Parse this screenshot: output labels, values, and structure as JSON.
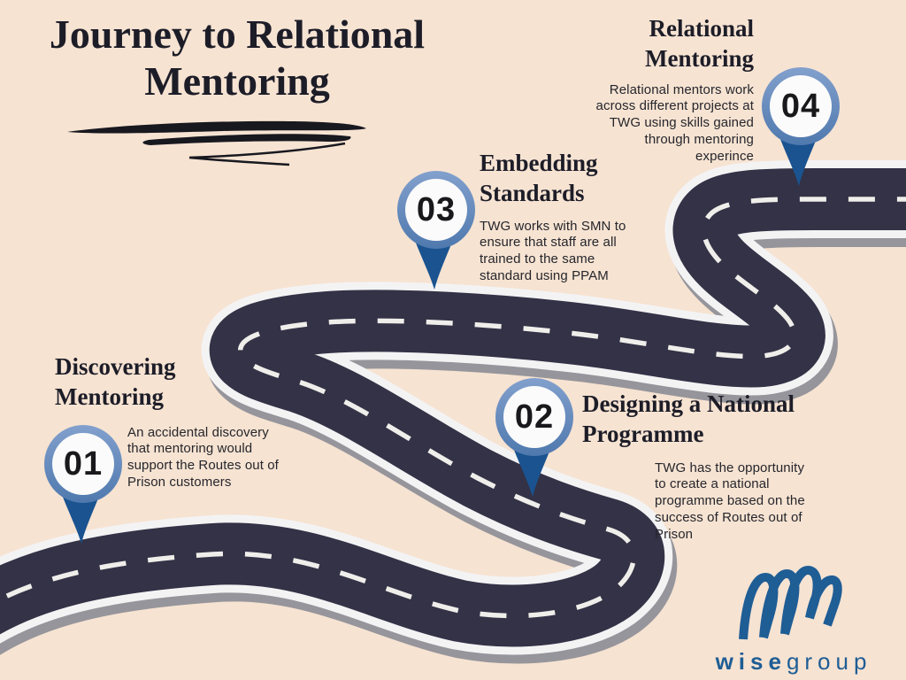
{
  "title": "Journey to Relational Mentoring",
  "milestones": [
    {
      "number": "01",
      "heading": "Discovering Mentoring",
      "body": "An accidental discovery that mentoring would support the Routes out of Prison customers"
    },
    {
      "number": "02",
      "heading": "Designing a National Programme",
      "body": "TWG has the opportunity to create a national programme based on the success of Routes out of Prison"
    },
    {
      "number": "03",
      "heading": "Embedding Standards",
      "body": "TWG works with SMN to ensure that staff are all trained to the same standard using PPAM"
    },
    {
      "number": "04",
      "heading": "Relational Mentoring",
      "body": "Relational mentors work across different projects at TWG using skills gained through mentoring experince"
    }
  ],
  "logo": {
    "brand_bold": "wise",
    "brand_light": "group"
  },
  "colors": {
    "background": "#f6e3d2",
    "road": "#333246",
    "road_edge": "#f4f3f4",
    "road_shadow": "#96959b",
    "lane_dash": "#efeeea",
    "pin_ring": "#6b8fc0",
    "pin_tail": "#1a5390",
    "pin_face": "#fbfbfb",
    "heading_text": "#1d1d28",
    "body_text": "#26262c",
    "logo_blue": "#1f5d95"
  }
}
